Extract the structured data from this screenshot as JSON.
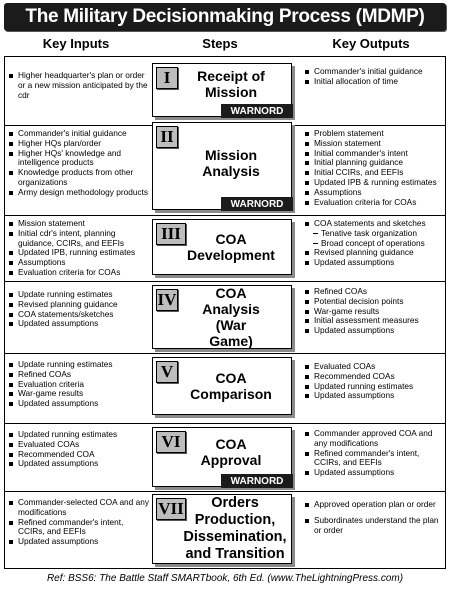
{
  "title": "The Military Decisionmaking Process (MDMP)",
  "headers": {
    "inputs": "Key Inputs",
    "steps": "Steps",
    "outputs": "Key Outputs"
  },
  "steps": [
    {
      "numeral": "I",
      "name": "Receipt of Mission",
      "warnord": "WARNORD",
      "inputs": [
        "Higher headquarter's plan or order or a new mission anticipated by the cdr"
      ],
      "outputs": [
        "Commander's initial guidance",
        "Initial allocation of time"
      ]
    },
    {
      "numeral": "II",
      "name": "Mission Analysis",
      "warnord": "WARNORD",
      "inputs": [
        "Commander's initial guidance",
        "Higher HQs plan/order",
        "Higher HQs' knowledge and intelligence products",
        "Knowledge products from other organizations",
        "Army design methodology products"
      ],
      "outputs": [
        "Problem statement",
        "Mission statement",
        "Initial commander's intent",
        "Initial planning guidance",
        "Initial CCIRs, and EEFIs",
        "Updated IPB & running estimates",
        "Assumptions",
        "Evaluation criteria for COAs"
      ]
    },
    {
      "numeral": "III",
      "name": "COA Development",
      "inputs": [
        "Mission statement",
        "Initial cdr's intent, planning guidance, CCIRs, and EEFIs",
        "Updated IPB, running estimates",
        "Assumptions",
        "Evaluation criteria for COAs"
      ],
      "outputs": [
        "COA statements and sketches"
      ],
      "sub_outputs": [
        "Tenative task organization",
        "Broad concept of operations"
      ],
      "outputs_after": [
        "Revised planning guidance",
        "Updated assumptions"
      ]
    },
    {
      "numeral": "IV",
      "name": "COA Analysis (War Game)",
      "inputs": [
        "Update running estimates",
        "Revised planning guidance",
        "COA statements/sketches",
        "Updated assumptions"
      ],
      "outputs": [
        "Refined COAs",
        "Potential decision points",
        "War-game results",
        "Initial assessment measures",
        "Updated assumptions"
      ]
    },
    {
      "numeral": "V",
      "name": "COA Comparison",
      "inputs": [
        "Update running estimates",
        "Refined COAs",
        "Evaluation criteria",
        "War-game results",
        "Updated assumptions"
      ],
      "outputs": [
        "Evaluated COAs",
        "Recommended COAs",
        "Updated running estimates",
        "Updated assumptions"
      ]
    },
    {
      "numeral": "VI",
      "name": "COA Approval",
      "warnord": "WARNORD",
      "inputs": [
        "Updated running estimates",
        "Evaluated COAs",
        "Recommended COA",
        "Updated assumptions"
      ],
      "outputs": [
        "Commander approved COA and any modifications",
        "Refined commander's intent, CCIRs, and EEFIs",
        "Updated assumptions"
      ]
    },
    {
      "numeral": "VII",
      "name": "Orders Production, Dissemination, and Transition",
      "inputs": [
        "Commander-selected COA and any modifications",
        "Refined commander's intent, CCIRs, and EEFIs",
        "Updated assumptions"
      ],
      "outputs": [
        "Approved operation plan or order",
        "Subordinates understand the plan or order"
      ]
    }
  ],
  "reference": "Ref: BSS6: The Battle Staff SMARTbook, 6th Ed. (www.TheLightningPress.com)"
}
